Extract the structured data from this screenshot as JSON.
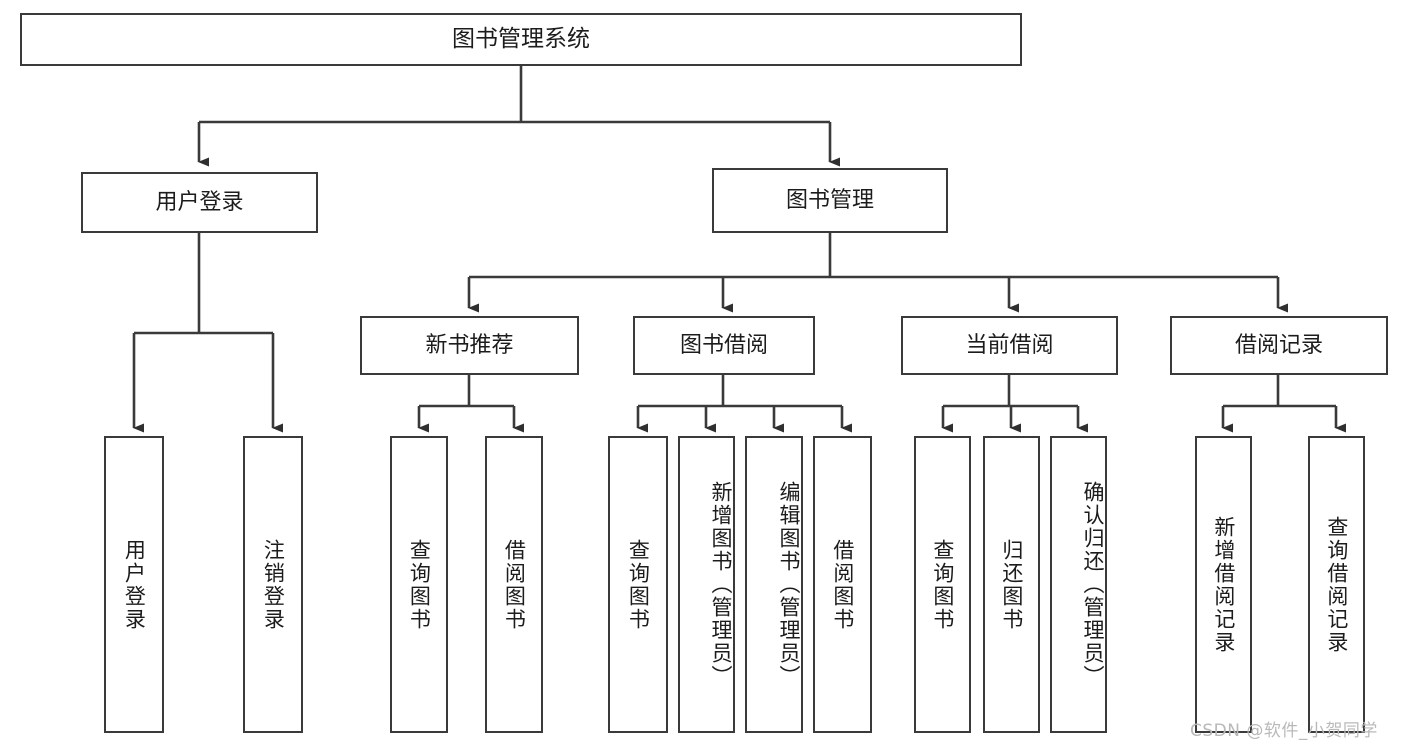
{
  "diagram": {
    "type": "tree-hierarchy",
    "title": "图书管理系统",
    "root": {
      "label": "图书管理系统"
    },
    "level2": [
      {
        "label": "用户登录"
      },
      {
        "label": "图书管理"
      }
    ],
    "level3": [
      {
        "label": "新书推荐"
      },
      {
        "label": "图书借阅"
      },
      {
        "label": "当前借阅"
      },
      {
        "label": "借阅记录"
      }
    ],
    "leaves": [
      {
        "label": "用户登录",
        "parent": "用户登录"
      },
      {
        "label": "注销登录",
        "parent": "用户登录"
      },
      {
        "label": "查询图书",
        "parent": "新书推荐"
      },
      {
        "label": "借阅图书",
        "parent": "新书推荐"
      },
      {
        "label": "查询图书",
        "parent": "图书借阅"
      },
      {
        "label": "新增图书（管理员）",
        "parent": "图书借阅"
      },
      {
        "label": "编辑图书（管理员）",
        "parent": "图书借阅"
      },
      {
        "label": "借阅图书",
        "parent": "图书借阅"
      },
      {
        "label": "查询图书",
        "parent": "当前借阅"
      },
      {
        "label": "归还图书",
        "parent": "当前借阅"
      },
      {
        "label": "确认归还（管理员）",
        "parent": "当前借阅"
      },
      {
        "label": "新增借阅记录",
        "parent": "借阅记录"
      },
      {
        "label": "查询借阅记录",
        "parent": "借阅记录"
      }
    ],
    "watermark": "CSDN @软件_小贺同学",
    "colors": {
      "stroke": "#3a3a3a",
      "text": "#1c1c1c",
      "background": "#ffffff",
      "watermark": "#b9b9b9"
    }
  }
}
